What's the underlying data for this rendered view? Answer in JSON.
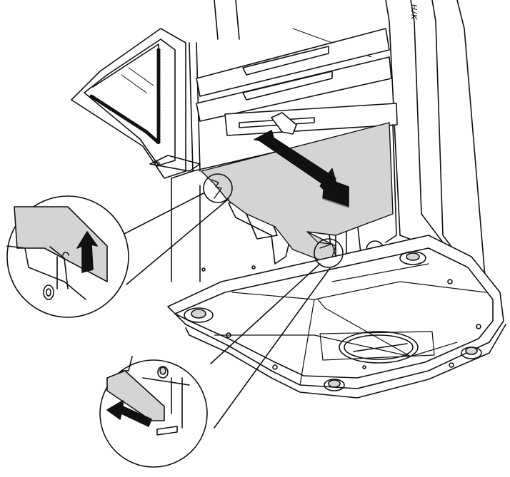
{
  "diagram": {
    "corner_label": "H/K",
    "colors": {
      "line": "#111111",
      "plate": "#d4d4d4",
      "arrow": "#111111",
      "background": "#ffffff"
    },
    "callouts": [
      {
        "name": "upper-detail",
        "shows": "lift-up-arrow"
      },
      {
        "name": "lower-detail",
        "shows": "push-in-arrow"
      }
    ],
    "main_arrow": "double-headed-slide-arrow"
  }
}
